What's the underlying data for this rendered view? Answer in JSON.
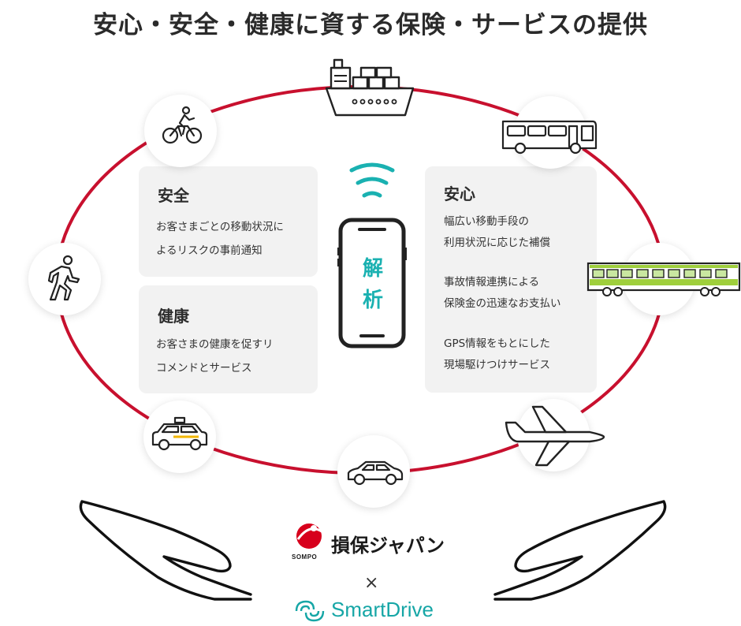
{
  "title": "安心・安全・健康に資する保険・サービスの提供",
  "center": {
    "label_line1": "解",
    "label_line2": "析"
  },
  "panels": {
    "safety": {
      "heading": "安全",
      "lines": [
        "お客さまごとの移動状況に",
        "よるリスクの事前通知"
      ]
    },
    "health": {
      "heading": "健康",
      "lines": [
        "お客さまの健康を促すリ",
        "コメンドとサービス"
      ]
    },
    "security": {
      "heading": "安心",
      "lines": [
        "幅広い移動手段の",
        "利用状況に応じた補償",
        "事故情報連携による",
        "保険金の迅速なお支払い",
        "GPS情報をもとにした",
        "現場駆けつけサービス"
      ]
    }
  },
  "icons": [
    "ship-icon",
    "bus-icon",
    "train-icon",
    "airplane-icon",
    "car-icon",
    "taxi-icon",
    "walker-icon",
    "cyclist-icon",
    "smartphone-icon",
    "signal-icon"
  ],
  "logos": {
    "sompo_name": "損保ジャパン",
    "sompo_small": "SOMPO",
    "times": "×",
    "smartdrive": "SmartDrive"
  },
  "colors": {
    "ring": "#c8102e",
    "accent": "#1ab1b1",
    "panel_bg": "#f2f2f2",
    "sompo_red": "#d7001c",
    "smartdrive": "#16a6a6"
  }
}
